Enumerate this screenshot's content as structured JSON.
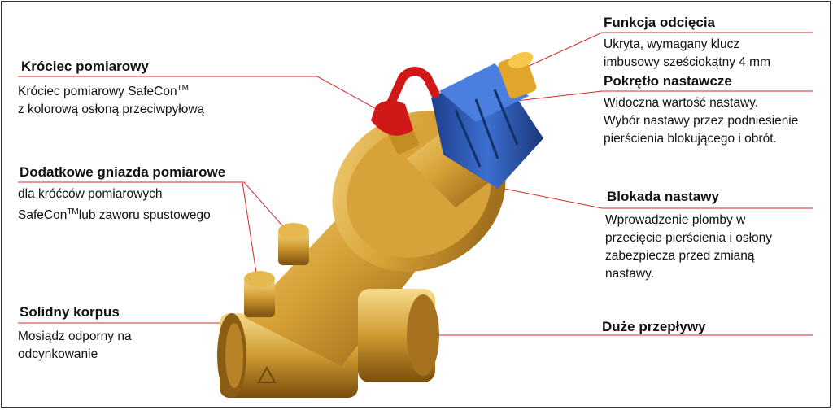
{
  "callouts": {
    "krociec": {
      "title": "Króciec pomiarowy",
      "line1_a": "Króciec pomiarowy SafeCon",
      "line1_sup": "TM",
      "line2": "z kolorową osłoną przeciwpyłową"
    },
    "gniazda": {
      "title": "Dodatkowe gniazda pomiarowe",
      "line1": "dla króćców pomiarowych",
      "line2_a": "SafeCon",
      "line2_sup": "TM",
      "line2_b": "lub zaworu spustowego"
    },
    "korpus": {
      "title": "Solidny korpus",
      "line1": "Mosiądz odporny na",
      "line2": "odcynkowanie"
    },
    "odciecie": {
      "title": "Funkcja odcięcia",
      "line1": "Ukryta, wymagany klucz",
      "line2": "imbusowy sześciokątny 4 mm"
    },
    "pokretlo": {
      "title": "Pokrętło nastawcze",
      "line1": "Widoczna wartość nastawy.",
      "line2": "Wybór nastawy przez podniesienie",
      "line3": "pierścienia blokującego i obrót."
    },
    "blokada": {
      "title": "Blokada nastawy",
      "line1": "Wprowadzenie plomby w",
      "line2": "przecięcie pierścienia i osłony",
      "line3": "zabezpiecza przed zmianą",
      "line4": "nastawy."
    },
    "przeplywy": {
      "title": "Duże przepływy"
    }
  },
  "colors": {
    "line": "#d42a2a",
    "brass": "#c9962a",
    "knob": "#2f5fb3",
    "cap": "#d01818"
  }
}
